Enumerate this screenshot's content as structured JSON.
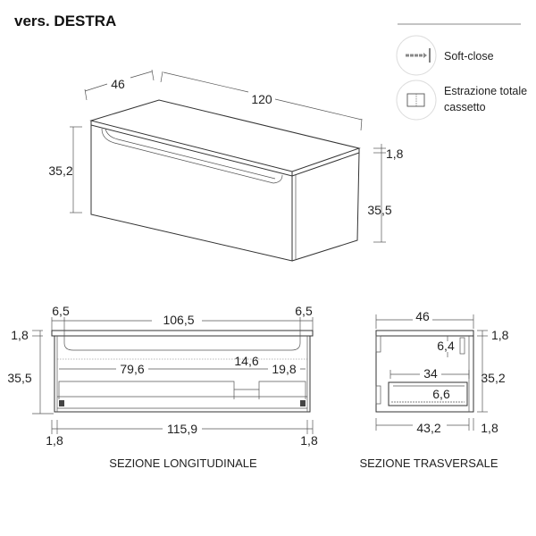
{
  "title": "vers. DESTRA",
  "legend": {
    "soft_close": {
      "icon": "soft-close-icon",
      "label": "Soft-close"
    },
    "full_extraction": {
      "icon": "drawer-extraction-icon",
      "label_line1": "Estrazione totale",
      "label_line2": "cassetto"
    }
  },
  "iso_view": {
    "depth": "46",
    "width": "120",
    "front_height": "35,2",
    "top_thickness": "1,8",
    "total_height": "35,5"
  },
  "longitudinal": {
    "caption": "SEZIONE LONGITUDINALE",
    "left_offset": "6,5",
    "inner_width": "106,5",
    "right_offset": "6,5",
    "top_thickness": "1,8",
    "height": "35,5",
    "drawer_left": "79,6",
    "drawer_gap": "14,6",
    "drawer_right": "19,8",
    "bottom_width": "115,9",
    "left_side": "1,8",
    "right_side": "1,8"
  },
  "transversal": {
    "caption": "SEZIONE TRASVERSALE",
    "depth": "46",
    "top_thickness": "1,8",
    "height": "35,2",
    "handle_depth": "6,4",
    "drawer_depth": "34",
    "drawer_height": "6,6",
    "inner_depth": "43,2",
    "back_thickness": "1,8"
  }
}
